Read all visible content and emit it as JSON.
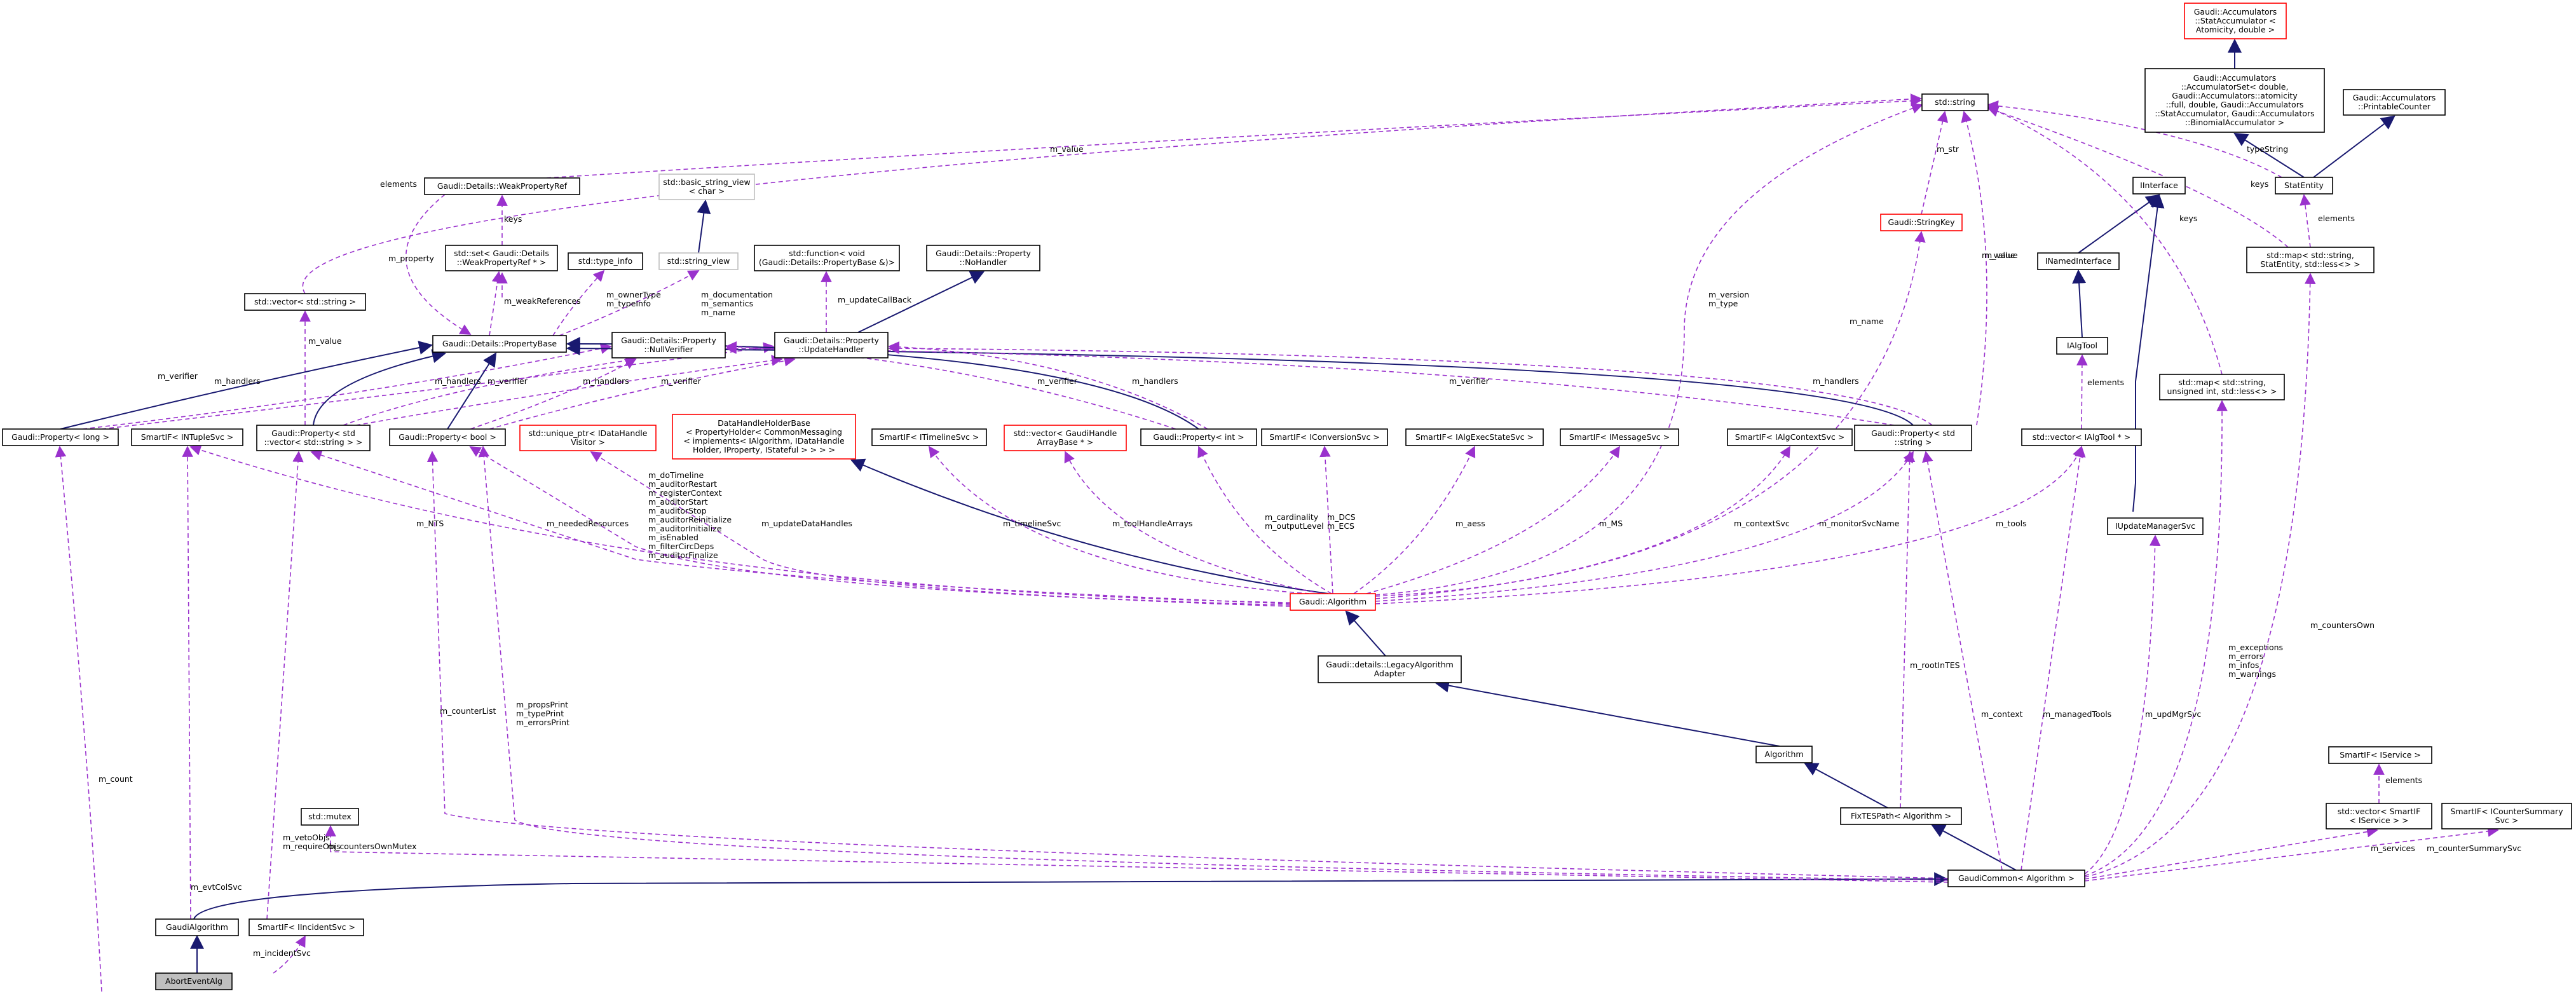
{
  "colors": {
    "inherit": "#191970",
    "usage": "#9a32cd",
    "red_border": "#ff0000",
    "grey_border": "#bfbfbf",
    "focus_fill": "#bfbfbf"
  },
  "nodes": [
    {
      "id": "abortevent",
      "lines": [
        "AbortEventAlg"
      ],
      "style": "focus"
    },
    {
      "id": "gaudialgorithm",
      "lines": [
        "GaudiAlgorithm"
      ]
    },
    {
      "id": "sif_incident",
      "lines": [
        "SmartIF< IIncidentSvc >"
      ]
    },
    {
      "id": "gaudicommon",
      "lines": [
        "GaudiCommon< Algorithm >"
      ]
    },
    {
      "id": "fixtespath",
      "lines": [
        "FixTESPath< Algorithm >"
      ]
    },
    {
      "id": "algorithm",
      "lines": [
        "Algorithm"
      ]
    },
    {
      "id": "legacy",
      "lines": [
        "Gaudi::details::LegacyAlgorithm",
        "Adapter"
      ]
    },
    {
      "id": "gaudi_algorithm",
      "lines": [
        "Gaudi::Algorithm"
      ],
      "style": "red"
    },
    {
      "id": "prop_long",
      "lines": [
        "Gaudi::Property< long >"
      ]
    },
    {
      "id": "sif_ntuple",
      "lines": [
        "SmartIF< INTupleSvc >"
      ]
    },
    {
      "id": "prop_vecstr",
      "lines": [
        "Gaudi::Property< std",
        "::vector< std::string > >"
      ]
    },
    {
      "id": "prop_bool",
      "lines": [
        "Gaudi::Property< bool >"
      ]
    },
    {
      "id": "uniqueptr",
      "lines": [
        "std::unique_ptr< IDataHandle",
        "Visitor >"
      ],
      "style": "red"
    },
    {
      "id": "datahandleholder",
      "lines": [
        "DataHandleHolderBase",
        "< PropertyHolder< CommonMessaging",
        "< implements< IAlgorithm, IDataHandle",
        "Holder, IProperty, IStateful > > > >"
      ],
      "style": "red"
    },
    {
      "id": "sif_timeline",
      "lines": [
        "SmartIF< ITimelineSvc >"
      ]
    },
    {
      "id": "vec_datahandle",
      "lines": [
        "std::vector< GaudiHandle",
        "ArrayBase * >"
      ],
      "style": "red"
    },
    {
      "id": "prop_int",
      "lines": [
        "Gaudi::Property< int >"
      ]
    },
    {
      "id": "sif_conversion",
      "lines": [
        "SmartIF< IConversionSvc >"
      ]
    },
    {
      "id": "sif_algexec",
      "lines": [
        "SmartIF< IAlgExecStateSvc >"
      ]
    },
    {
      "id": "sif_message",
      "lines": [
        "SmartIF< IMessageSvc >"
      ]
    },
    {
      "id": "sif_algcontext",
      "lines": [
        "SmartIF< IAlgContextSvc >"
      ]
    },
    {
      "id": "prop_stdstring",
      "lines": [
        "Gaudi::Property< std",
        "::string >"
      ]
    },
    {
      "id": "vec_algtool",
      "lines": [
        "std::vector< IAlgTool * >"
      ]
    },
    {
      "id": "iupdatemanager",
      "lines": [
        "IUpdateManagerSvc"
      ]
    },
    {
      "id": "vec_string",
      "lines": [
        "std::vector< std::string >"
      ]
    },
    {
      "id": "propbase",
      "lines": [
        "Gaudi::Details::PropertyBase"
      ]
    },
    {
      "id": "nullverifier",
      "lines": [
        "Gaudi::Details::Property",
        "::NullVerifier"
      ]
    },
    {
      "id": "updatehandler",
      "lines": [
        "Gaudi::Details::Property",
        "::UpdateHandler"
      ]
    },
    {
      "id": "set_weakref",
      "lines": [
        "std::set< Gaudi::Details",
        "::WeakPropertyRef * >"
      ]
    },
    {
      "id": "type_info",
      "lines": [
        "std::type_info"
      ]
    },
    {
      "id": "string_view",
      "lines": [
        "std::string_view"
      ],
      "style": "grey"
    },
    {
      "id": "function_void",
      "lines": [
        "std::function< void",
        "(Gaudi::Details::PropertyBase &)>"
      ]
    },
    {
      "id": "nohandler",
      "lines": [
        "Gaudi::Details::Property",
        "::NoHandler"
      ]
    },
    {
      "id": "weakref",
      "lines": [
        "Gaudi::Details::WeakPropertyRef"
      ]
    },
    {
      "id": "basic_string_view",
      "lines": [
        "std::basic_string_view",
        "< char >"
      ],
      "style": "grey"
    },
    {
      "id": "std_string",
      "lines": [
        "std::string"
      ]
    },
    {
      "id": "stringkey",
      "lines": [
        "Gaudi::StringKey"
      ],
      "style": "red"
    },
    {
      "id": "interface",
      "lines": [
        "IInterface"
      ]
    },
    {
      "id": "inamed",
      "lines": [
        "INamedInterface"
      ]
    },
    {
      "id": "ialgtool",
      "lines": [
        "IAlgTool"
      ]
    },
    {
      "id": "map_uint",
      "lines": [
        "std::map< std::string,",
        "unsigned int, std::less<> >"
      ]
    },
    {
      "id": "map_stat",
      "lines": [
        "std::map< std::string,",
        "StatEntity, std::less<> >"
      ]
    },
    {
      "id": "statentity",
      "lines": [
        "StatEntity"
      ]
    },
    {
      "id": "accset",
      "lines": [
        "Gaudi::Accumulators",
        "::AccumulatorSet< double,",
        "Gaudi::Accumulators::atomicity",
        "::full, double, Gaudi::Accumulators",
        "::StatAccumulator, Gaudi::Accumulators",
        "::BinomialAccumulator >"
      ]
    },
    {
      "id": "printable",
      "lines": [
        "Gaudi::Accumulators",
        "::PrintableCounter"
      ]
    },
    {
      "id": "statacc",
      "lines": [
        "Gaudi::Accumulators",
        "::StatAccumulator <",
        "Atomicity, double >"
      ],
      "style": "red"
    },
    {
      "id": "std_mutex",
      "lines": [
        "std::mutex"
      ]
    },
    {
      "id": "sif_iservice",
      "lines": [
        "SmartIF< IService >"
      ]
    },
    {
      "id": "vec_sif_service",
      "lines": [
        "std::vector< SmartIF",
        "< IService > >"
      ]
    },
    {
      "id": "sif_countersummary",
      "lines": [
        "SmartIF< ICounterSummary",
        "Svc >"
      ]
    }
  ],
  "edge_labels": [
    {
      "id": "l_count",
      "lines": [
        "m_count"
      ]
    },
    {
      "id": "l_evtcol",
      "lines": [
        "m_evtColSvc"
      ]
    },
    {
      "id": "l_veto",
      "lines": [
        "m_vetoObjs",
        "m_requireObjs"
      ]
    },
    {
      "id": "l_incident",
      "lines": [
        "m_incidentSvc"
      ]
    },
    {
      "id": "l_counterlist",
      "lines": [
        "m_counterList"
      ]
    },
    {
      "id": "l_propsprint",
      "lines": [
        "m_propsPrint",
        "m_typePrint",
        "m_errorsPrint"
      ]
    },
    {
      "id": "l_countersownmutex",
      "lines": [
        "m_countersOwnMutex"
      ]
    },
    {
      "id": "l_nts",
      "lines": [
        "m_NTS"
      ]
    },
    {
      "id": "l_needed",
      "lines": [
        "m_neededResources"
      ]
    },
    {
      "id": "l_dotimeline",
      "lines": [
        "m_doTimeline",
        "m_auditorRestart",
        "m_registerContext",
        "m_auditorStart",
        "m_auditorStop",
        "m_auditorReinitialize",
        "m_auditorInitialize",
        "m_isEnabled",
        "m_filterCircDeps",
        "m_auditorFinalize"
      ]
    },
    {
      "id": "l_updatedh",
      "lines": [
        "m_updateDataHandles"
      ]
    },
    {
      "id": "l_timeline",
      "lines": [
        "m_timelineSvc"
      ]
    },
    {
      "id": "l_toolhandle",
      "lines": [
        "m_toolHandleArrays"
      ]
    },
    {
      "id": "l_cardinality",
      "lines": [
        "m_cardinality",
        "m_outputLevel"
      ]
    },
    {
      "id": "l_dcs",
      "lines": [
        "m_DCS",
        "m_ECS"
      ]
    },
    {
      "id": "l_aess",
      "lines": [
        "m_aess"
      ]
    },
    {
      "id": "l_ms",
      "lines": [
        "m_MS"
      ]
    },
    {
      "id": "l_contextsvc",
      "lines": [
        "m_contextSvc"
      ]
    },
    {
      "id": "l_monitor",
      "lines": [
        "m_monitorSvcName"
      ]
    },
    {
      "id": "l_tools",
      "lines": [
        "m_tools"
      ]
    },
    {
      "id": "l_version",
      "lines": [
        "m_version",
        "m_type"
      ]
    },
    {
      "id": "l_name",
      "lines": [
        "m_name"
      ]
    },
    {
      "id": "l_value_sk",
      "lines": [
        "m_value"
      ]
    },
    {
      "id": "l_str",
      "lines": [
        "m_str"
      ]
    },
    {
      "id": "l_roottes",
      "lines": [
        "m_rootInTES"
      ]
    },
    {
      "id": "l_context",
      "lines": [
        "m_context"
      ]
    },
    {
      "id": "l_managedtools",
      "lines": [
        "m_managedTools"
      ]
    },
    {
      "id": "l_updmgr",
      "lines": [
        "m_updMgrSvc"
      ]
    },
    {
      "id": "l_exceptions",
      "lines": [
        "m_exceptions",
        "m_errors",
        "m_infos",
        "m_warnings"
      ]
    },
    {
      "id": "l_countersown",
      "lines": [
        "m_countersOwn"
      ]
    },
    {
      "id": "l_services",
      "lines": [
        "m_services"
      ]
    },
    {
      "id": "l_countersummary",
      "lines": [
        "m_counterSummarySvc"
      ]
    },
    {
      "id": "l_elements_svc",
      "lines": [
        "elements"
      ]
    },
    {
      "id": "l_elements_tool",
      "lines": [
        "elements"
      ]
    },
    {
      "id": "l_elements_stat",
      "lines": [
        "elements"
      ]
    },
    {
      "id": "l_keys_uint",
      "lines": [
        "keys"
      ]
    },
    {
      "id": "l_keys_stat",
      "lines": [
        "keys"
      ]
    },
    {
      "id": "l_typestring",
      "lines": [
        "typeString"
      ]
    },
    {
      "id": "l_value_weak",
      "lines": [
        "m_value"
      ]
    },
    {
      "id": "l_elements_vec",
      "lines": [
        "elements"
      ]
    },
    {
      "id": "l_keys_weak",
      "lines": [
        "keys"
      ]
    },
    {
      "id": "l_property",
      "lines": [
        "m_property"
      ]
    },
    {
      "id": "l_weakrefs",
      "lines": [
        "m_weakReferences"
      ]
    },
    {
      "id": "l_ownertype",
      "lines": [
        "m_ownerType",
        "m_typeInfo"
      ]
    },
    {
      "id": "l_documentation",
      "lines": [
        "m_documentation",
        "m_semantics",
        "m_name"
      ]
    },
    {
      "id": "l_updatecb",
      "lines": [
        "m_updateCallBack"
      ]
    },
    {
      "id": "l_value_vec",
      "lines": [
        "m_value"
      ]
    },
    {
      "id": "l_verifier_long",
      "lines": [
        "m_verifier"
      ]
    },
    {
      "id": "l_handlers_long",
      "lines": [
        "m_handlers"
      ]
    },
    {
      "id": "l_handlers_vec",
      "lines": [
        "m_handlers"
      ]
    },
    {
      "id": "l_verifier_vec",
      "lines": [
        "m_verifier"
      ]
    },
    {
      "id": "l_handlers_bool",
      "lines": [
        "m_handlers"
      ]
    },
    {
      "id": "l_verifier_bool",
      "lines": [
        "m_verifier"
      ]
    },
    {
      "id": "l_handlers_int",
      "lines": [
        "m_handlers"
      ]
    },
    {
      "id": "l_verifier_int",
      "lines": [
        "m_verifier"
      ]
    },
    {
      "id": "l_handlers_str",
      "lines": [
        "m_handlers"
      ]
    },
    {
      "id": "l_verifier_str",
      "lines": [
        "m_verifier"
      ]
    },
    {
      "id": "l_value_str",
      "lines": [
        "m_value"
      ]
    }
  ]
}
